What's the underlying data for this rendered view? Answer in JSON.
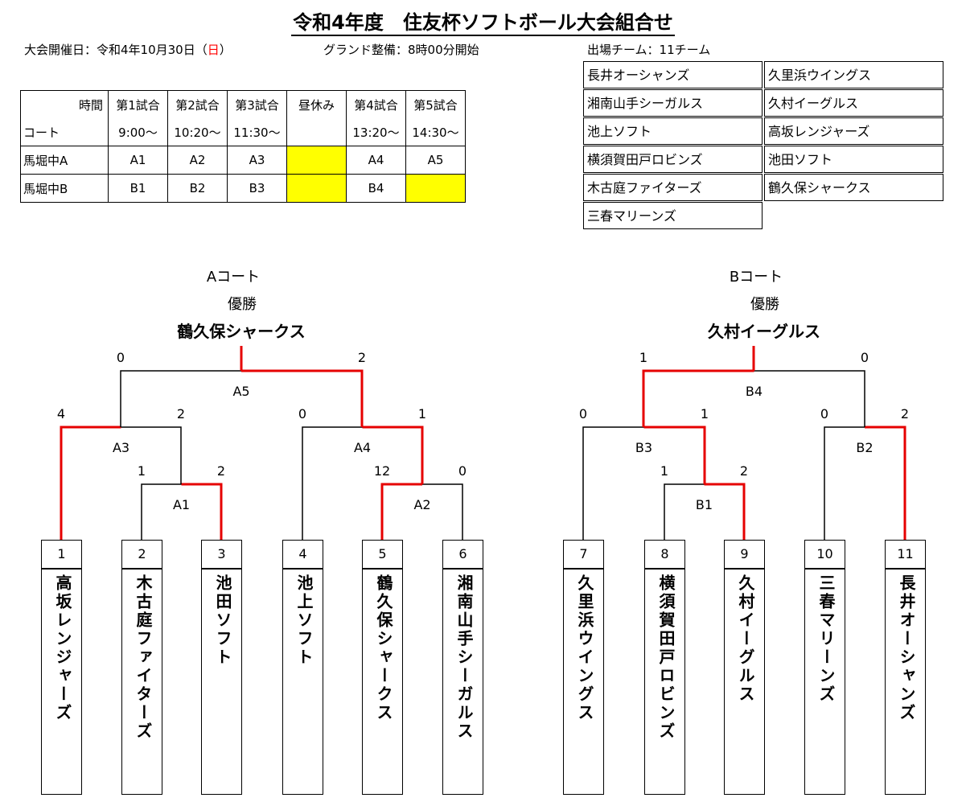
{
  "title": "令和4年度　住友杯ソフトボール大会組合せ",
  "info": {
    "date_prefix": "大会開催日：令和4年10月30日（",
    "date_day": "日",
    "date_suffix": "）",
    "ground": "グランド整備：8時00分開始",
    "teams_count": "出場チーム：11チーム"
  },
  "schedule": {
    "corner_top": "時間",
    "corner_bottom": "コート",
    "headers": [
      "第1試合",
      "第2試合",
      "第3試合",
      "昼休み",
      "第4試合",
      "第5試合"
    ],
    "times": [
      "9:00～",
      "10:20～",
      "11:30～",
      "",
      "13:20～",
      "14:30～"
    ],
    "rows": [
      {
        "court": "馬堀中A",
        "cells": [
          "A1",
          "A2",
          "A3",
          "",
          "A4",
          "A5"
        ]
      },
      {
        "court": "馬堀中B",
        "cells": [
          "B1",
          "B2",
          "B3",
          "",
          "B4",
          ""
        ]
      }
    ],
    "highlight": "#ffff00"
  },
  "teams_list": {
    "left": [
      "長井オーシャンズ",
      "湘南山手シーガルス",
      "池上ソフト",
      "横須賀田戸ロビンズ",
      "木古庭ファイターズ",
      "三春マリーンズ"
    ],
    "right": [
      "久里浜ウイングス",
      "久村イーグルス",
      "高坂レンジャーズ",
      "池田ソフト",
      "鶴久保シャークス"
    ]
  },
  "bracket": {
    "win_color": "#e60000",
    "a": {
      "court": "Aコート",
      "champion_label": "優勝",
      "champion": "鶴久保シャークス"
    },
    "b": {
      "court": "Bコート",
      "champion_label": "優勝",
      "champion": "久村イーグルス"
    },
    "matches": [
      "A1",
      "A2",
      "A3",
      "A4",
      "A5",
      "B1",
      "B2",
      "B3",
      "B4"
    ],
    "scores": {
      "A1_l": "1",
      "A1_r": "2",
      "A2_l": "12",
      "A2_r": "0",
      "A3_l": "4",
      "A3_r": "2",
      "A4_l": "0",
      "A4_r": "1",
      "A5_l": "0",
      "A5_r": "2",
      "B1_l": "1",
      "B1_r": "2",
      "B2_l": "0",
      "B2_r": "2",
      "B3_l": "0",
      "B3_r": "1",
      "B4_l": "1",
      "B4_r": "0"
    },
    "entries": [
      {
        "num": "1",
        "name": "高坂レンジャーズ"
      },
      {
        "num": "2",
        "name": "木古庭ファイターズ"
      },
      {
        "num": "3",
        "name": "池田ソフト"
      },
      {
        "num": "4",
        "name": "池上ソフト"
      },
      {
        "num": "5",
        "name": "鶴久保シャークス"
      },
      {
        "num": "6",
        "name": "湘南山手シーガルス"
      },
      {
        "num": "7",
        "name": "久里浜ウイングス"
      },
      {
        "num": "8",
        "name": "横須賀田戸ロビンズ"
      },
      {
        "num": "9",
        "name": "久村イーグルス"
      },
      {
        "num": "10",
        "name": "三春マリーンズ"
      },
      {
        "num": "11",
        "name": "長井オーシャンズ"
      }
    ]
  }
}
